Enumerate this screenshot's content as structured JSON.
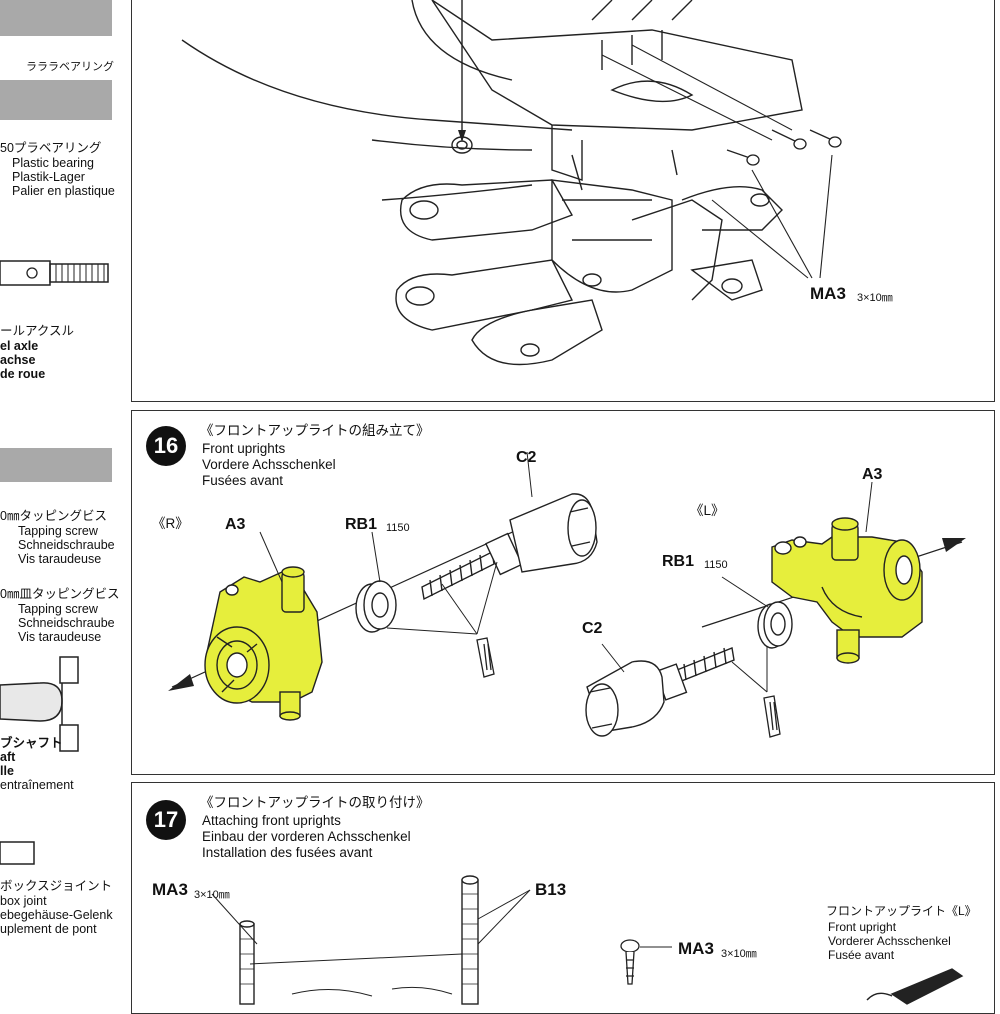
{
  "colors": {
    "highlight": "#e6ee3c",
    "line": "#222222",
    "bar": "#a9a9a9"
  },
  "parts_list": {
    "bearing_top": "ラララベアリング",
    "plastic_bearing": {
      "jp": "50プラベアリング",
      "en": "Plastic bearing",
      "de": "Plastik-Lager",
      "fr": "Palier en plastique"
    },
    "wheel_axle": {
      "jp": "ールアクスル",
      "en": "el axle",
      "de": "achse",
      "fr": "de roue"
    },
    "tapping_screw_1": {
      "jp": "0㎜タッピングビス",
      "en": "Tapping screw",
      "de": "Schneidschraube",
      "fr": "Vis taraudeuse"
    },
    "tapping_screw_2": {
      "jp": "0㎜皿タッピングビス",
      "en": "Tapping screw",
      "de": "Schneidschraube",
      "fr": "Vis taraudeuse"
    },
    "drive_shaft": {
      "jp": "ブシャフト",
      "en": "aft",
      "de": "lle",
      "fr": "entraînement"
    },
    "gearbox_joint": {
      "jp": "ボックスジョイント",
      "en": "box joint",
      "de": "ebegehäuse-Gelenk",
      "fr": "uplement de pont"
    }
  },
  "top_panel": {
    "label": "MA3",
    "size": "3×10㎜"
  },
  "step16": {
    "number": "16",
    "title_jp": "《フロントアップライトの組み立て》",
    "title_en": "Front uprights",
    "title_de": "Vordere Achsschenkel",
    "title_fr": "Fusées avant",
    "right_tag": "《R》",
    "left_tag": "《L》",
    "labels": {
      "a3_r": "A3",
      "rb1_r": "RB1",
      "rb1_r_num": "1150",
      "c2_r": "C2",
      "a3_l": "A3",
      "rb1_l": "RB1",
      "rb1_l_num": "1150",
      "c2_l": "C2"
    }
  },
  "step17": {
    "number": "17",
    "title_jp": "《フロントアップライトの取り付け》",
    "title_en": "Attaching front uprights",
    "title_de": "Einbau der vorderen Achsschenkel",
    "title_fr": "Installation des fusées avant",
    "ma3_left": "MA3",
    "ma3_left_size": "3×10㎜",
    "b13": "B13",
    "ma3_mid": "MA3",
    "ma3_mid_size": "3×10㎜",
    "upright_l_jp": "フロントアップライト《L》",
    "upright_l_en": "Front upright",
    "upright_l_de": "Vorderer Achsschenkel",
    "upright_l_fr": "Fusée avant"
  }
}
